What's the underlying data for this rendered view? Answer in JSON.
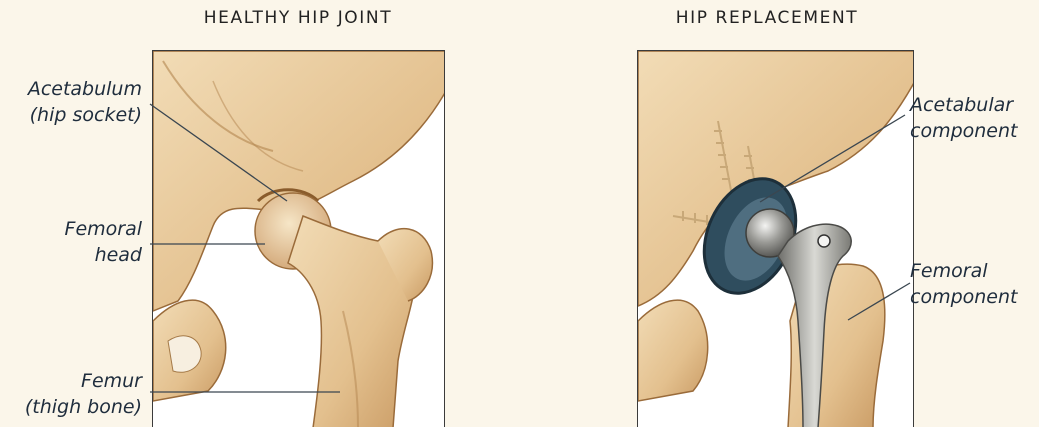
{
  "left_panel": {
    "title": "HEALTHY HIP JOINT",
    "labels": {
      "acetabulum": {
        "line1": "Acetabulum",
        "line2": "(hip socket)"
      },
      "femoral_head": {
        "line1": "Femoral",
        "line2": "head"
      },
      "femur": {
        "line1": "Femur",
        "line2": "(thigh bone)"
      }
    }
  },
  "right_panel": {
    "title": "HIP REPLACEMENT",
    "labels": {
      "acetabular_component": {
        "line1": "Acetabular",
        "line2": "component"
      },
      "femoral_component": {
        "line1": "Femoral",
        "line2": "component"
      }
    }
  },
  "colors": {
    "background": "#fbf6ea",
    "bone": "#e8c99a",
    "bone_shadow": "#b98a55",
    "metal": "#8e8e8a",
    "liner": "#2f4d5e",
    "label_text": "#1f2d3d"
  }
}
